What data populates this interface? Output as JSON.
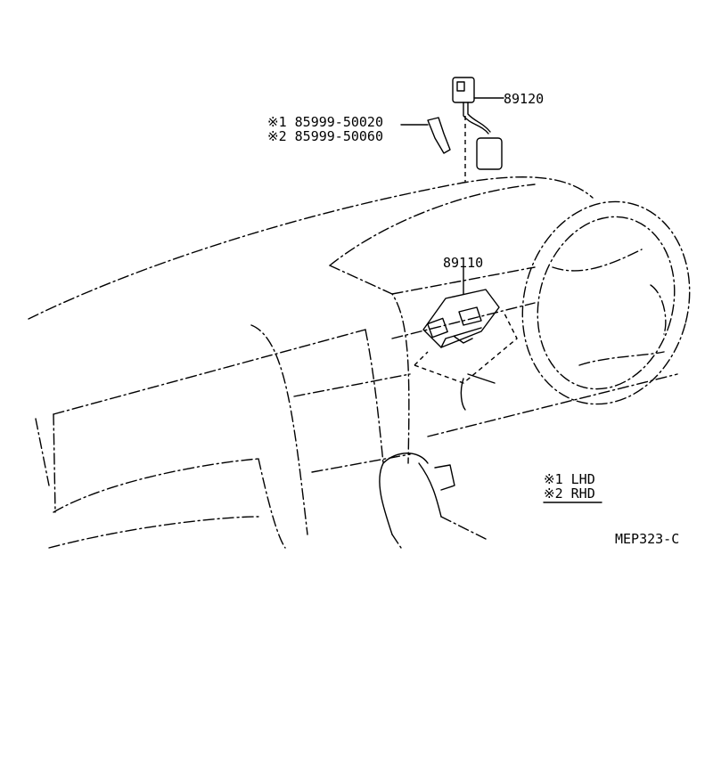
{
  "parts": {
    "p89120": "89120",
    "p89110": "89110",
    "bracket_lhd": "※1 85999-50020",
    "bracket_rhd": "※2 85999-50060"
  },
  "legend": {
    "lhd": "※1 LHD",
    "rhd": "※2 RHD"
  },
  "diagram_code": "MEP323-C"
}
